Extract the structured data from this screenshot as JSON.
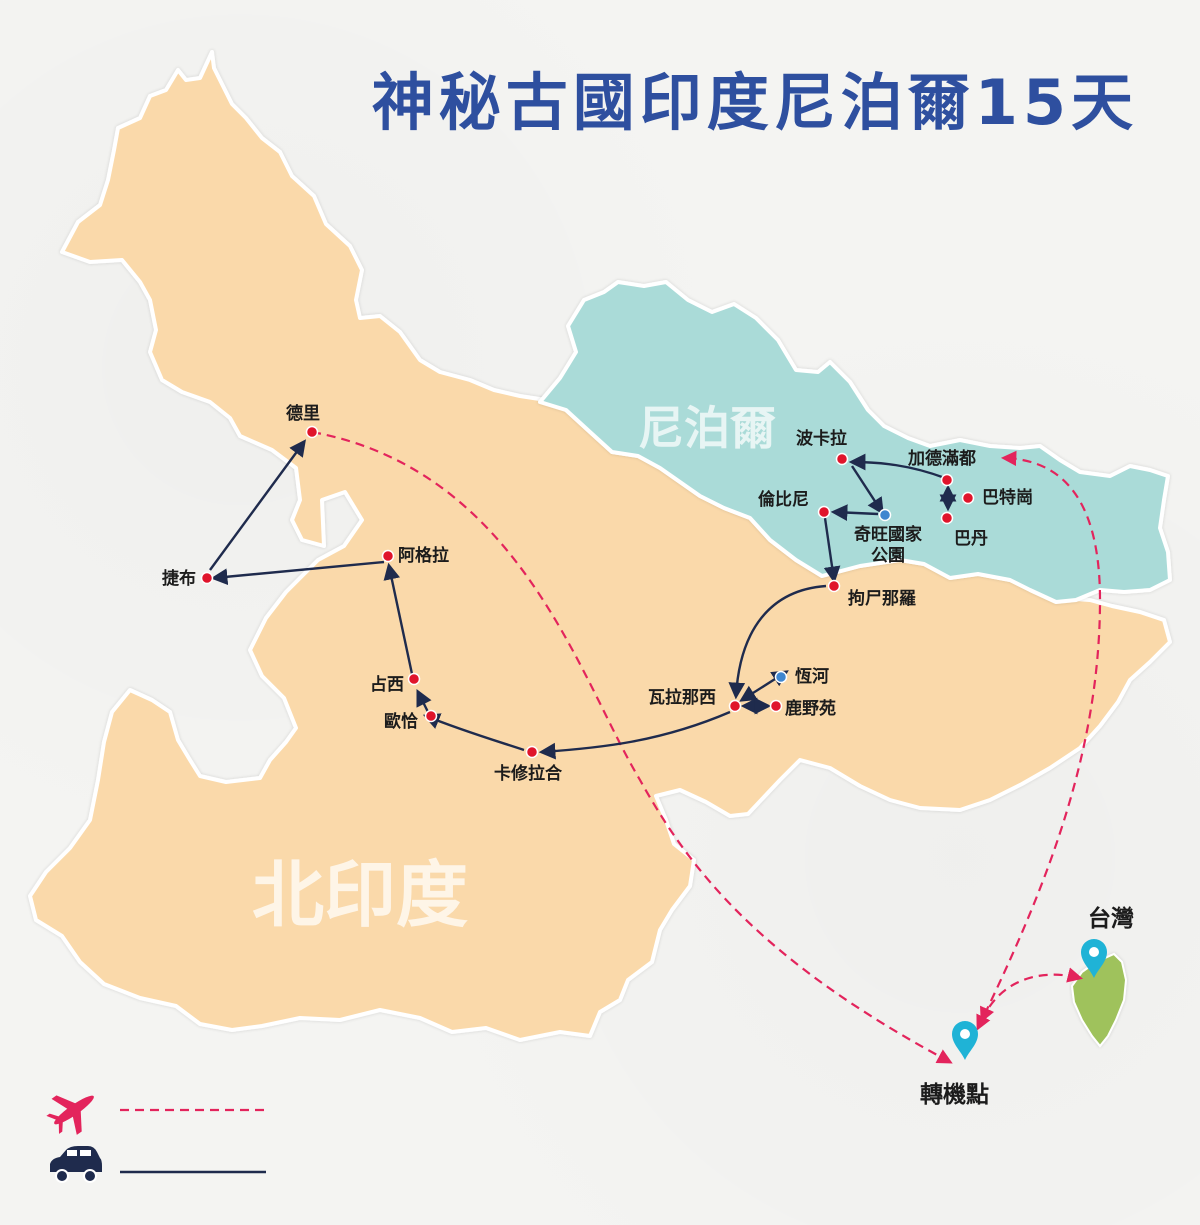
{
  "title": "神秘古國印度尼泊爾15天",
  "regions": {
    "india": "北印度",
    "nepal": "尼泊爾"
  },
  "places": {
    "delhi": "德里",
    "jaipur": "捷布",
    "agra": "阿格拉",
    "jhansi": "占西",
    "orchha": "歐恰",
    "khajuraho": "卡修拉合",
    "varanasi": "瓦拉那西",
    "ganges": "恆河",
    "sarnath": "鹿野苑",
    "kushinagar": "拘尸那羅",
    "lumbini": "倫比尼",
    "chitwan": "奇旺國家公園",
    "pokhara": "波卡拉",
    "kathmandu": "加德滿都",
    "bhaktapur": "巴特崗",
    "patan": "巴丹",
    "transit": "轉機點",
    "taiwan": "台灣"
  },
  "legend": {
    "flight_icon": "airplane-icon",
    "drive_icon": "car-icon"
  },
  "colors": {
    "india_fill": "#fad9aa",
    "nepal_fill": "#aadbd8",
    "taiwan_fill": "#9fc25b",
    "flight_route": "#e3245c",
    "drive_route": "#1f2b4d",
    "city_dot": "#e0142b",
    "poi_dot": "#3f86cf",
    "pin": "#1fb3d6",
    "title": "#2e4f9f"
  }
}
